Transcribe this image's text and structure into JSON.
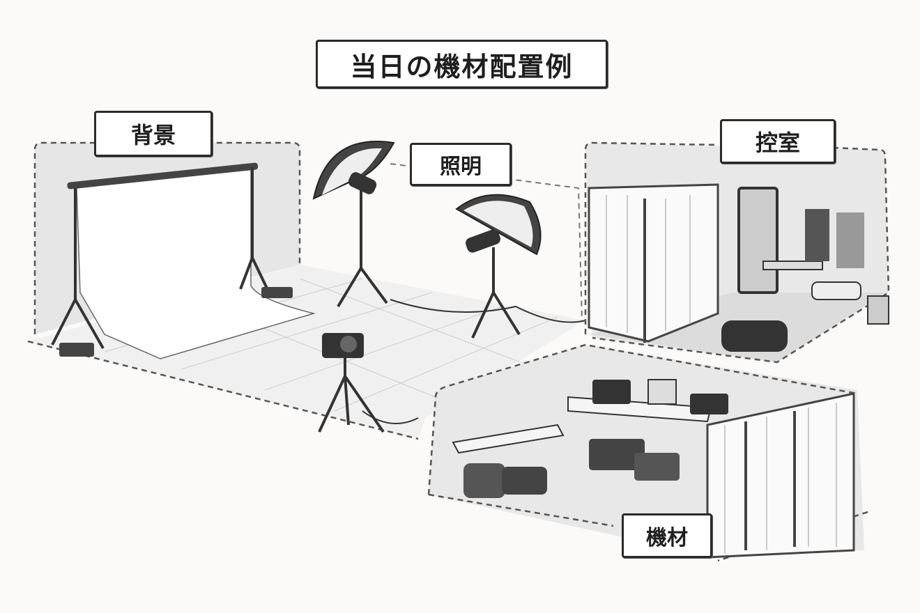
{
  "title": "当日の機材配置例",
  "zones": {
    "background": "背景",
    "lighting": "照明",
    "green_room": "控室",
    "equipment": "機材"
  }
}
